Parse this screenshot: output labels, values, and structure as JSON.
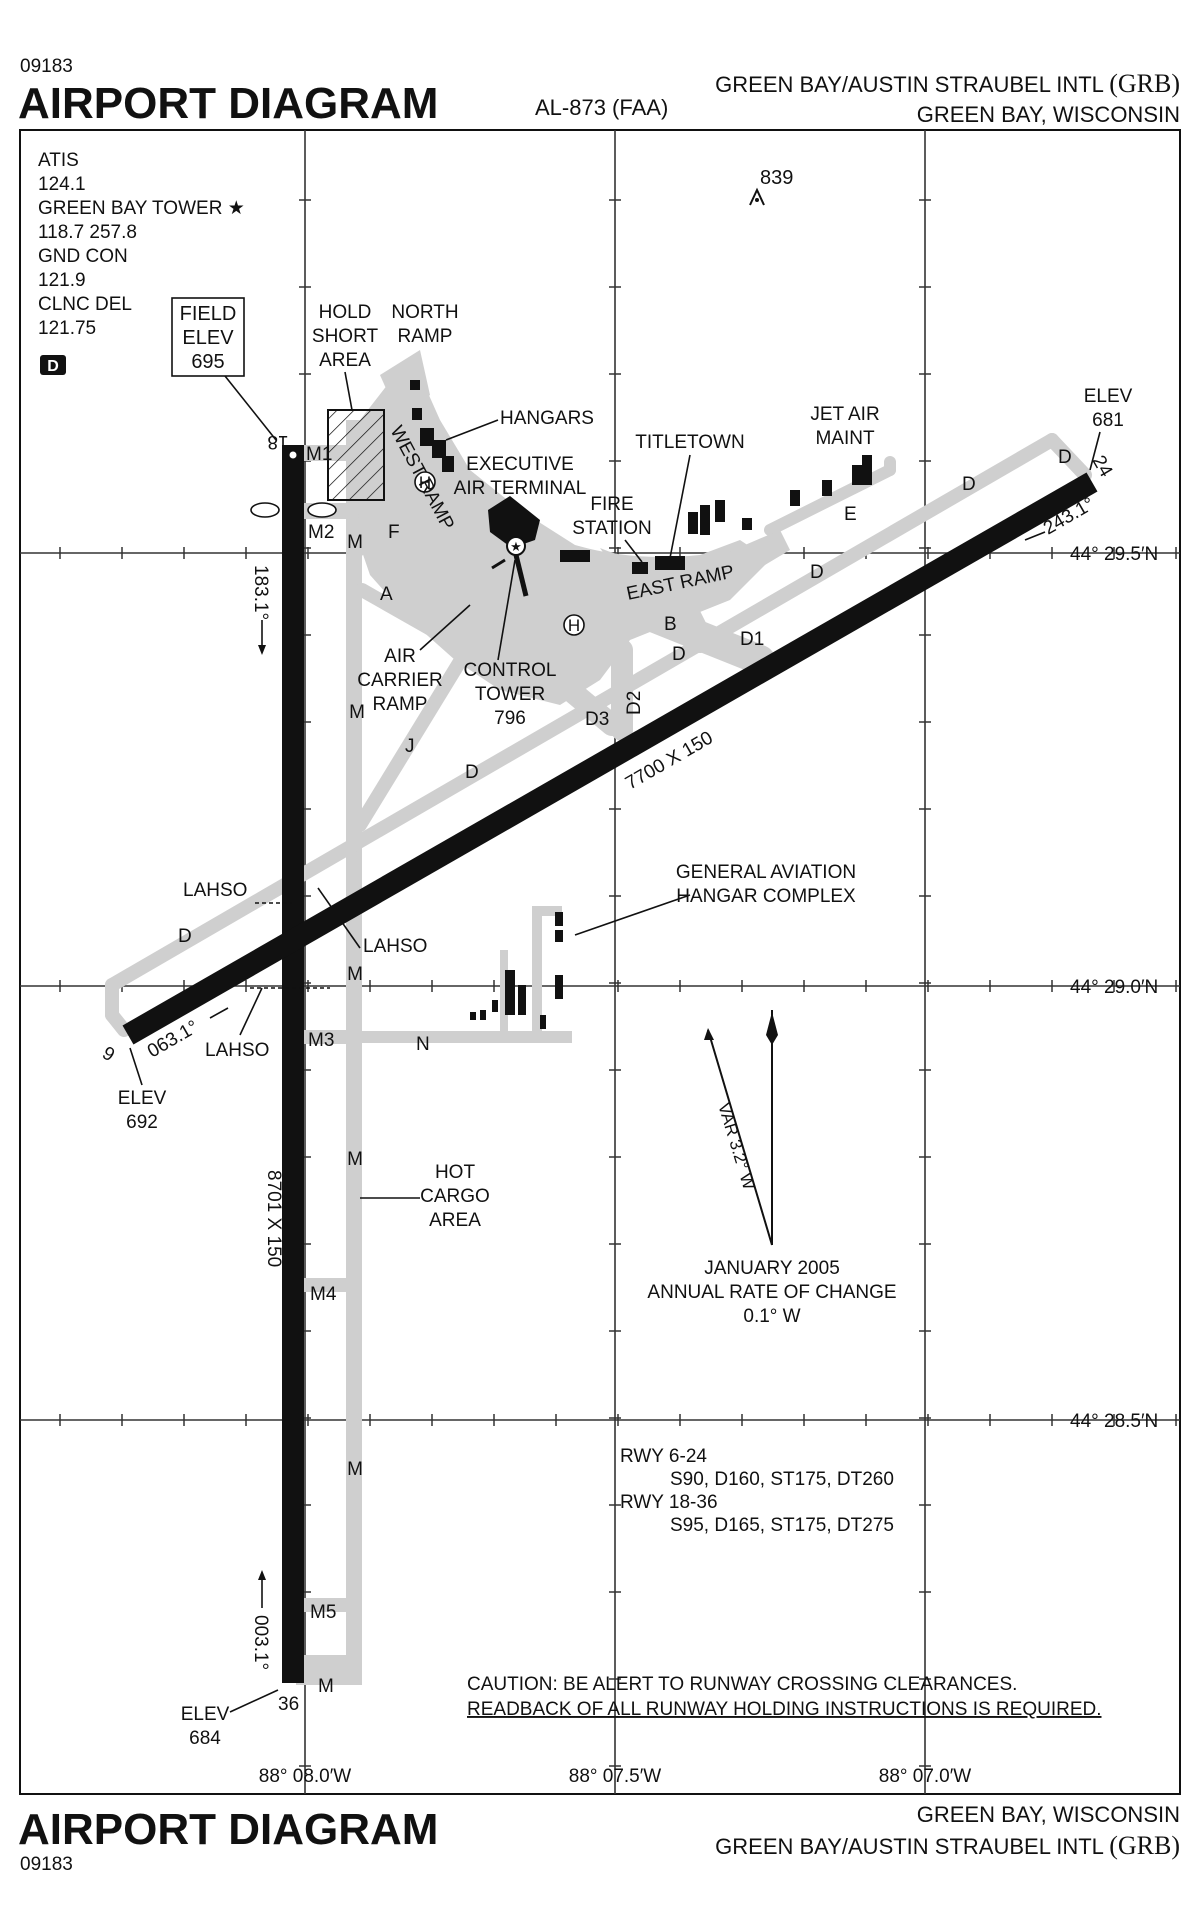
{
  "header": {
    "chart_code": "09183",
    "title": "AIRPORT DIAGRAM",
    "procedure_id": "AL-873 (FAA)",
    "airport_name": "GREEN BAY/AUSTIN STRAUBEL INTL",
    "airport_id": "(GRB)",
    "city_state": "GREEN BAY, WISCONSIN"
  },
  "footer": {
    "title": "AIRPORT DIAGRAM",
    "chart_code": "09183",
    "city_state": "GREEN BAY, WISCONSIN",
    "airport_name": "GREEN BAY/AUSTIN STRAUBEL INTL",
    "airport_id": "(GRB)"
  },
  "frequencies": [
    {
      "name": "ATIS",
      "value": "124.1"
    },
    {
      "name": "GREEN BAY TOWER ★",
      "value": "118.7  257.8"
    },
    {
      "name": "GND CON",
      "value": "121.9"
    },
    {
      "name": "CLNC DEL",
      "value": "121.75"
    }
  ],
  "d_badge": "D",
  "field_elev": {
    "line1": "FIELD",
    "line2": "ELEV",
    "value": "695"
  },
  "obstacle": {
    "elevation": "839"
  },
  "runways": {
    "r18": {
      "number": "18",
      "heading": "183.1°",
      "dims": "8701 X 150"
    },
    "r36": {
      "number": "36",
      "heading": "003.1°",
      "elev_label": "ELEV",
      "elev": "684"
    },
    "r6": {
      "number": "6",
      "heading": "063.1°",
      "elev_label": "ELEV",
      "elev": "692"
    },
    "r24": {
      "number": "24",
      "heading": "243.1°",
      "elev_label": "ELEV",
      "elev": "681",
      "dims": "7700 X 150"
    }
  },
  "labels": {
    "hold_short": [
      "HOLD",
      "SHORT",
      "AREA"
    ],
    "north_ramp": [
      "NORTH",
      "RAMP"
    ],
    "hangars": "HANGARS",
    "executive": [
      "EXECUTIVE",
      "AIR TERMINAL"
    ],
    "west_ramp": "WEST RAMP",
    "titletown": "TITLETOWN",
    "jet_air": [
      "JET AIR",
      "MAINT"
    ],
    "fire_station": [
      "FIRE",
      "STATION"
    ],
    "east_ramp": "EAST RAMP",
    "air_carrier": [
      "AIR",
      "CARRIER",
      "RAMP"
    ],
    "control_tower": [
      "CONTROL",
      "TOWER",
      "796"
    ],
    "ga_hangar": [
      "GENERAL AVIATION",
      "HANGAR COMPLEX"
    ],
    "hot_cargo": [
      "HOT",
      "CARGO",
      "AREA"
    ],
    "lahso": "LAHSO",
    "var": "VAR 3.2° W",
    "annual": [
      "JANUARY 2005",
      "ANNUAL RATE OF CHANGE",
      "0.1° W"
    ],
    "helipad": "H"
  },
  "taxiways": {
    "M": "M",
    "M1": "M1",
    "M2": "M2",
    "M3": "M3",
    "M4": "M4",
    "M5": "M5",
    "A": "A",
    "B": "B",
    "D": "D",
    "D1": "D1",
    "D2": "D2",
    "D3": "D3",
    "E": "E",
    "F": "F",
    "J": "J",
    "N": "N"
  },
  "strength": [
    {
      "runway": "RWY 6-24",
      "values": "S90, D160, ST175, DT260"
    },
    {
      "runway": "RWY 18-36",
      "values": "S95, D165, ST175, DT275"
    }
  ],
  "caution": {
    "line1": "CAUTION: BE ALERT TO RUNWAY CROSSING CLEARANCES.",
    "line2": "READBACK OF ALL RUNWAY HOLDING INSTRUCTIONS IS REQUIRED."
  },
  "coordinates": {
    "lat_295": "44° 29.5′N",
    "lat_290": "44° 29.0′N",
    "lat_285": "44° 28.5′N",
    "lon_080": "88° 08.0′W",
    "lon_075": "88° 07.5′W",
    "lon_070": "88° 07.0′W"
  },
  "colors": {
    "ink": "#111111",
    "pavement": "#cfcfcf",
    "background": "#ffffff"
  }
}
